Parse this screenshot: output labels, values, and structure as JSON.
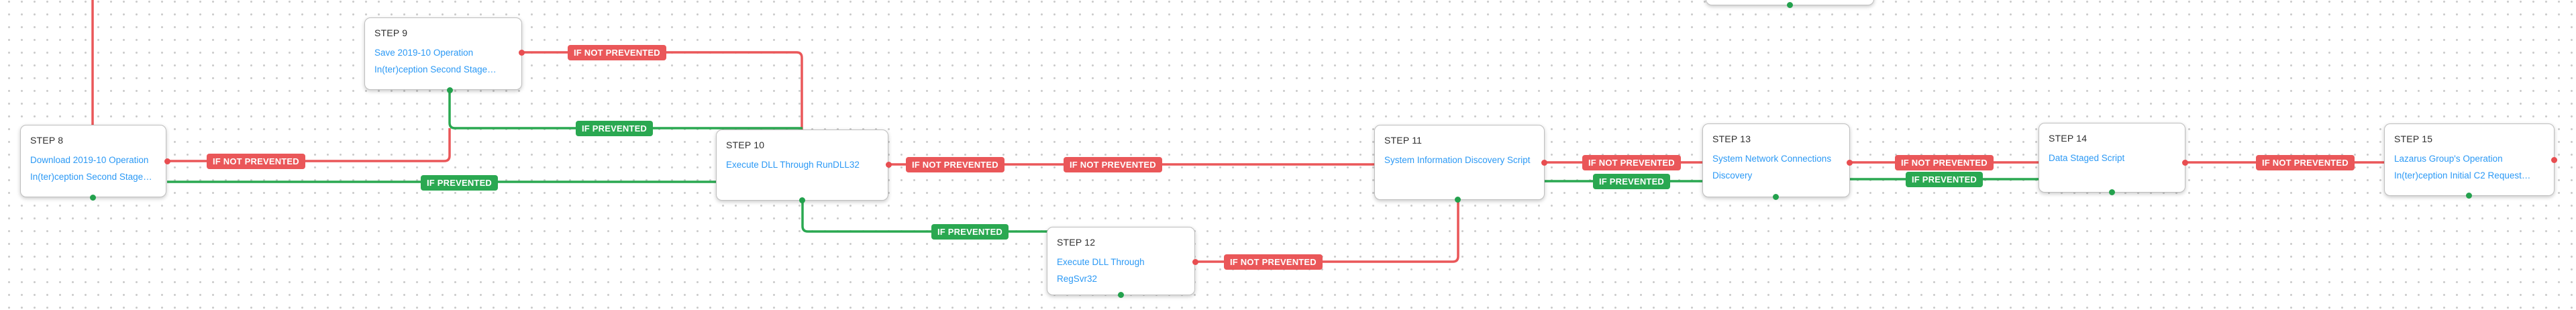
{
  "diagram": {
    "labels": {
      "not_prevented": "IF NOT PREVENTED",
      "prevented": "IF PREVENTED"
    },
    "steps": [
      {
        "label": "STEP 8",
        "title": "Download 2019-10 Operation In(ter)ception Second Stage…"
      },
      {
        "label": "STEP 9",
        "title": "Save 2019-10 Operation In(ter)ception Second Stage…"
      },
      {
        "label": "STEP 10",
        "title": "Execute DLL Through RunDLL32"
      },
      {
        "label": "STEP 11",
        "title": "System Information Discovery Script"
      },
      {
        "label": "STEP 12",
        "title": "Execute DLL Through RegSvr32"
      },
      {
        "label": "STEP 13",
        "title": "System Network Connections Discovery"
      },
      {
        "label": "STEP 14",
        "title": "Data Staged Script"
      },
      {
        "label": "STEP 15",
        "title": "Lazarus Group's Operation In(ter)ception Initial C2 Request…"
      }
    ],
    "colors": {
      "edge_red": "#ea5759",
      "edge_green": "#2aa851",
      "link_blue": "#2b99f5"
    }
  }
}
